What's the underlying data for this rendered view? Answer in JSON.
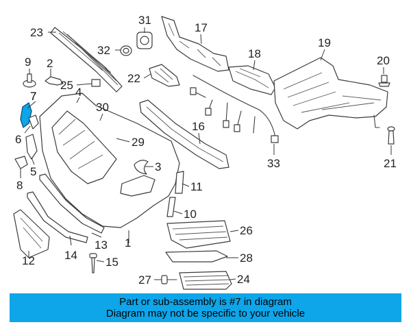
{
  "diagram": {
    "callouts": [
      "1",
      "2",
      "3",
      "4",
      "5",
      "6",
      "7",
      "8",
      "9",
      "10",
      "11",
      "12",
      "13",
      "14",
      "15",
      "16",
      "17",
      "18",
      "19",
      "20",
      "21",
      "22",
      "23",
      "24",
      "25",
      "26",
      "27",
      "28",
      "29",
      "30",
      "31",
      "32",
      "33"
    ],
    "highlight_part": "7",
    "highlight_color": "#0ea5e9"
  },
  "banner": {
    "line1": "Part or sub-assembly is #7 in diagram",
    "line2": "Diagram may not be specific to your vehicle",
    "background": "#0ea5e9"
  }
}
